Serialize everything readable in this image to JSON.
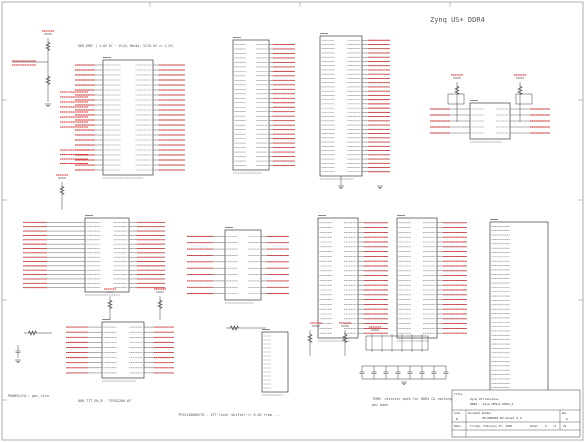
{
  "sheet": {
    "title": "Zynq US+ DDR4",
    "note_ddr_vref": "DDR_VREF ( 1.0V EC ~ 1V(O) Banks: VCC0.6V => 1.2V)",
    "note_usb_caption": "POWER/LVL: pwr_clvs",
    "note_ttl_caption": "DDR_TTT_EN_B - TPS51200 #7",
    "note_vtt_caption": "TPS51200DRCTR - VTT level shifter => 0.6V from ...",
    "note_term_caption": "TERM: resistor pack for DDR4 CA routing",
    "note_term_caption2": "per bank",
    "colors": {
      "net_label": "#d62a2a",
      "wire": "#3a3a3a",
      "component": "#3a3a3a",
      "background": "#ffffff"
    }
  },
  "title_block": {
    "size_label": "Size",
    "doc_label": "Document Number",
    "rev_label": "Rev",
    "title_label": "Title",
    "doc_number": "Z8-UBD004-R2-Sheet 6_A",
    "title_line1": "Zynq UltraScale+",
    "title_line2": "DDR4 - Zynq MPSoC DDR4_A",
    "size_value": "B",
    "rev_value": "A",
    "date_label": "Date:",
    "date_value": "Friday, February 07, 2020",
    "sheet_label": "Sheet",
    "sheet_value": "6",
    "of_label": "of",
    "of_value": "22"
  }
}
